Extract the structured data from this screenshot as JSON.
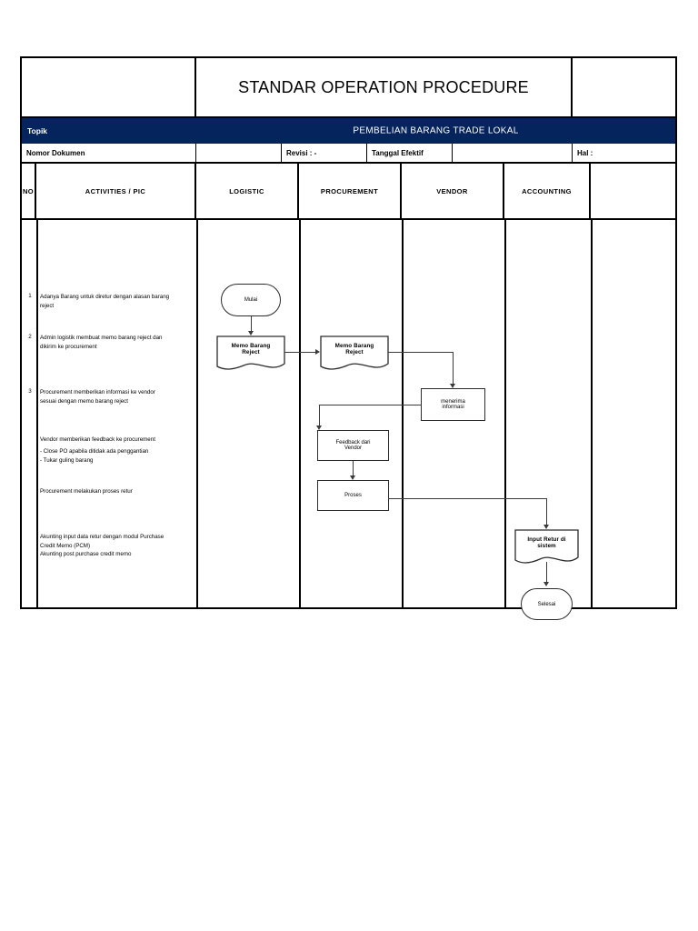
{
  "document": {
    "title": "STANDAR OPERATION PROCEDURE"
  },
  "header": {
    "topik_label": "Topik",
    "topik_value": "PEMBELIAN BARANG TRADE LOKAL",
    "topik_bg_color": "#05235c",
    "topik_text_color": "#ffffff",
    "meta_fields": [
      {
        "label": "Nomor Dokumen"
      },
      {
        "label": ""
      },
      {
        "label": "Revisi : -"
      },
      {
        "label": "Tanggal Efektif"
      },
      {
        "label": ""
      },
      {
        "label": "Hal :"
      }
    ]
  },
  "columns": [
    {
      "label": "NO"
    },
    {
      "label": "ACTIVITIES / PIC"
    },
    {
      "label": "LOGISTIC"
    },
    {
      "label": "PROCUREMENT"
    },
    {
      "label": "VENDOR"
    },
    {
      "label": "ACCOUNTING"
    },
    {
      "label": ""
    }
  ],
  "activities": [
    {
      "no": "1",
      "text": "Adanya Barang untuk diretur dengan alasan barang\nreject"
    },
    {
      "no": "2",
      "text": "Admin logistik membuat memo barang reject dan\ndikirim ke procurement"
    },
    {
      "no": "3",
      "text": "Procurement memberikan informasi ke vendor\nsesuai dengan memo barang reject"
    },
    {
      "no": "",
      "text": "Vendor memberikan feedback ke procurement"
    },
    {
      "no": "",
      "text": "- Close PO apabila ditidak ada penggantian\n- Tukar guling barang"
    },
    {
      "no": "",
      "text": "Procurement melakukan proses retur"
    },
    {
      "no": "",
      "text": "Akunting input data retur dengan modul Purchase\nCredit Memo (PCM)\nAkunting post purchase credit memo"
    }
  ],
  "flowchart": {
    "nodes": [
      {
        "id": "mulai",
        "label": "Mulai",
        "shape": "terminator",
        "lane": "LOGISTIC"
      },
      {
        "id": "memo-log",
        "label": "Memo Barang\nReject",
        "shape": "document",
        "lane": "LOGISTIC"
      },
      {
        "id": "memo-pro",
        "label": "Memo Barang\nReject",
        "shape": "document",
        "lane": "PROCUREMENT"
      },
      {
        "id": "menerima",
        "label": "menerima\ninformasi",
        "shape": "process",
        "lane": "VENDOR"
      },
      {
        "id": "feedback",
        "label": "Feedback dari\nVendor",
        "shape": "process",
        "lane": "PROCUREMENT"
      },
      {
        "id": "proses",
        "label": "Proses",
        "shape": "process",
        "lane": "PROCUREMENT"
      },
      {
        "id": "input-retur",
        "label": "Input Retur di\nsistem",
        "shape": "document",
        "lane": "ACCOUNTING"
      },
      {
        "id": "selesai",
        "label": "Selesai",
        "shape": "terminator",
        "lane": "ACCOUNTING"
      }
    ],
    "edges": [
      {
        "from": "mulai",
        "to": "memo-log"
      },
      {
        "from": "memo-log",
        "to": "memo-pro"
      },
      {
        "from": "memo-pro",
        "to": "menerima"
      },
      {
        "from": "menerima",
        "to": "feedback"
      },
      {
        "from": "feedback",
        "to": "proses"
      },
      {
        "from": "proses",
        "to": "input-retur"
      },
      {
        "from": "input-retur",
        "to": "selesai"
      }
    ],
    "line_color": "#3a3a3a",
    "shape_border_color": "#2b2b2b"
  }
}
